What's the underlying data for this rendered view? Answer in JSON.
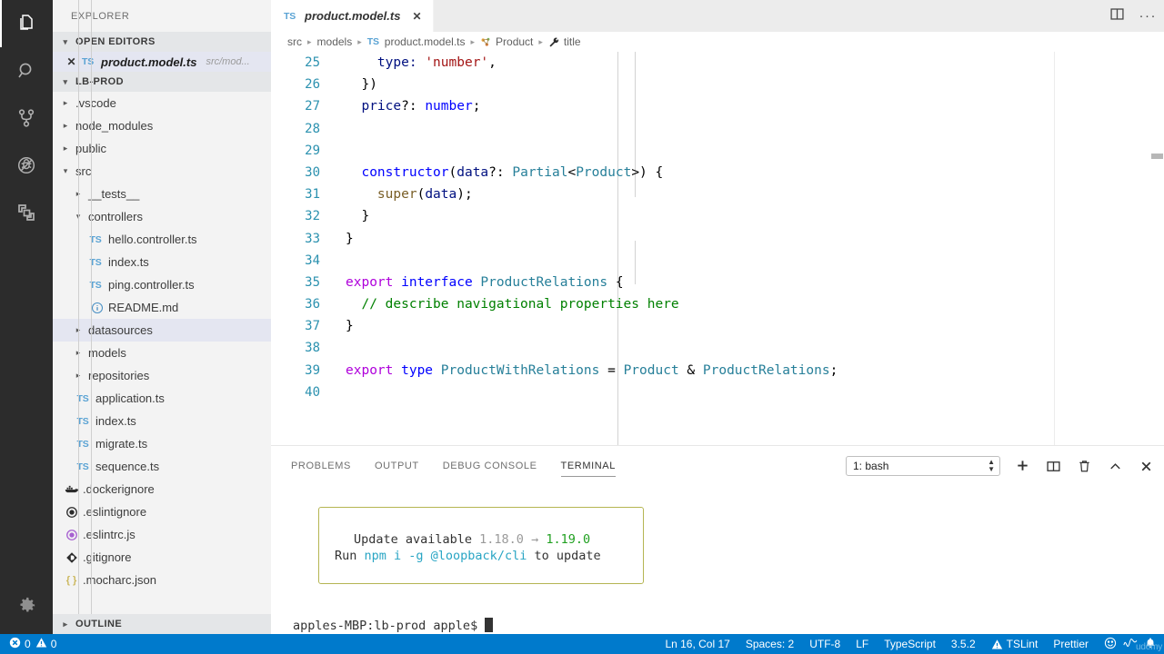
{
  "activitybar": {
    "items": [
      {
        "name": "explorer",
        "icon": "files-icon",
        "active": true
      },
      {
        "name": "search",
        "icon": "search-icon",
        "active": false
      },
      {
        "name": "source-control",
        "icon": "source-control-icon",
        "active": false
      },
      {
        "name": "debug",
        "icon": "run-and-debug-icon",
        "active": false
      },
      {
        "name": "extensions",
        "icon": "extensions-icon",
        "active": false
      }
    ],
    "settings_icon": "gear-icon"
  },
  "sidebar": {
    "title": "EXPLORER",
    "open_editors": {
      "label": "OPEN EDITORS",
      "items": [
        {
          "name": "product.model.ts",
          "path": "src/mod...",
          "badge": "TS",
          "close": "✕"
        }
      ]
    },
    "workspace": {
      "label": "LB-PROD",
      "tree": [
        {
          "label": ".vscode",
          "type": "folder",
          "state": "closed",
          "depth": 1
        },
        {
          "label": "node_modules",
          "type": "folder",
          "state": "closed",
          "depth": 1
        },
        {
          "label": "public",
          "type": "folder",
          "state": "closed",
          "depth": 1
        },
        {
          "label": "src",
          "type": "folder",
          "state": "open",
          "depth": 1
        },
        {
          "label": "__tests__",
          "type": "folder",
          "state": "closed",
          "depth": 2
        },
        {
          "label": "controllers",
          "type": "folder",
          "state": "open",
          "depth": 2
        },
        {
          "label": "hello.controller.ts",
          "type": "ts",
          "depth": 3
        },
        {
          "label": "index.ts",
          "type": "ts",
          "depth": 3
        },
        {
          "label": "ping.controller.ts",
          "type": "ts",
          "depth": 3
        },
        {
          "label": "README.md",
          "type": "md",
          "depth": 3
        },
        {
          "label": "datasources",
          "type": "folder",
          "state": "closed",
          "depth": 2,
          "hovered": true
        },
        {
          "label": "models",
          "type": "folder",
          "state": "closed",
          "depth": 2
        },
        {
          "label": "repositories",
          "type": "folder",
          "state": "closed",
          "depth": 2
        },
        {
          "label": "application.ts",
          "type": "ts",
          "depth": 2
        },
        {
          "label": "index.ts",
          "type": "ts",
          "depth": 2
        },
        {
          "label": "migrate.ts",
          "type": "ts",
          "depth": 2
        },
        {
          "label": "sequence.ts",
          "type": "ts",
          "depth": 2
        },
        {
          "label": ".dockerignore",
          "type": "docker",
          "depth": 1
        },
        {
          "label": ".eslintignore",
          "type": "eslintignore",
          "depth": 1
        },
        {
          "label": ".eslintrc.js",
          "type": "eslintrc",
          "depth": 1
        },
        {
          "label": ".gitignore",
          "type": "git",
          "depth": 1
        },
        {
          "label": ".mocharc.json",
          "type": "json",
          "depth": 1
        }
      ]
    },
    "outline": {
      "label": "OUTLINE"
    }
  },
  "editor": {
    "tab": {
      "badge": "TS",
      "title": "product.model.ts",
      "close": "✕"
    },
    "actions": [
      {
        "name": "split-editor",
        "icon": "split-editor-icon"
      },
      {
        "name": "more-actions",
        "icon": "ellipsis-icon",
        "glyph": "···"
      }
    ],
    "breadcrumbs": [
      {
        "label": "src",
        "icon": null
      },
      {
        "label": "models",
        "icon": null
      },
      {
        "label": "product.model.ts",
        "icon": "ts-file-icon"
      },
      {
        "label": "Product",
        "icon": "class-symbol-icon"
      },
      {
        "label": "title",
        "icon": "property-symbol-icon"
      }
    ],
    "first_line_number": 25,
    "lines": [
      {
        "n": 25,
        "tokens": [
          {
            "t": "    type: ",
            "c": "k-var"
          },
          {
            "t": "'number'",
            "c": "k-str"
          },
          {
            "t": ",",
            "c": "k-plain"
          }
        ]
      },
      {
        "n": 26,
        "tokens": [
          {
            "t": "  })",
            "c": "k-plain"
          }
        ]
      },
      {
        "n": 27,
        "tokens": [
          {
            "t": "  price",
            "c": "k-var"
          },
          {
            "t": "?: ",
            "c": "k-plain"
          },
          {
            "t": "number",
            "c": "k-blue"
          },
          {
            "t": ";",
            "c": "k-plain"
          }
        ]
      },
      {
        "n": 28,
        "tokens": []
      },
      {
        "n": 29,
        "tokens": []
      },
      {
        "n": 30,
        "tokens": [
          {
            "t": "  ",
            "c": "k-plain"
          },
          {
            "t": "constructor",
            "c": "k-blue"
          },
          {
            "t": "(",
            "c": "k-plain"
          },
          {
            "t": "data",
            "c": "k-var"
          },
          {
            "t": "?: ",
            "c": "k-plain"
          },
          {
            "t": "Partial",
            "c": "k-type"
          },
          {
            "t": "<",
            "c": "k-plain"
          },
          {
            "t": "Product",
            "c": "k-type"
          },
          {
            "t": ">) {",
            "c": "k-plain"
          }
        ]
      },
      {
        "n": 31,
        "tokens": [
          {
            "t": "    ",
            "c": "k-plain"
          },
          {
            "t": "super",
            "c": "k-fn"
          },
          {
            "t": "(",
            "c": "k-plain"
          },
          {
            "t": "data",
            "c": "k-var"
          },
          {
            "t": ");",
            "c": "k-plain"
          }
        ]
      },
      {
        "n": 32,
        "tokens": [
          {
            "t": "  }",
            "c": "k-plain"
          }
        ]
      },
      {
        "n": 33,
        "tokens": [
          {
            "t": "}",
            "c": "k-plain"
          }
        ]
      },
      {
        "n": 34,
        "tokens": []
      },
      {
        "n": 35,
        "tokens": [
          {
            "t": "export ",
            "c": "k-ctrl"
          },
          {
            "t": "interface ",
            "c": "k-blue"
          },
          {
            "t": "ProductRelations",
            "c": "k-type"
          },
          {
            "t": " {",
            "c": "k-plain"
          }
        ]
      },
      {
        "n": 36,
        "tokens": [
          {
            "t": "  // describe navigational properties here",
            "c": "k-cmt"
          }
        ]
      },
      {
        "n": 37,
        "tokens": [
          {
            "t": "}",
            "c": "k-plain"
          }
        ]
      },
      {
        "n": 38,
        "tokens": []
      },
      {
        "n": 39,
        "tokens": [
          {
            "t": "export ",
            "c": "k-ctrl"
          },
          {
            "t": "type ",
            "c": "k-blue"
          },
          {
            "t": "ProductWithRelations",
            "c": "k-type"
          },
          {
            "t": " = ",
            "c": "k-plain"
          },
          {
            "t": "Product",
            "c": "k-type"
          },
          {
            "t": " & ",
            "c": "k-plain"
          },
          {
            "t": "ProductRelations",
            "c": "k-type"
          },
          {
            "t": ";",
            "c": "k-plain"
          }
        ]
      },
      {
        "n": 40,
        "tokens": []
      }
    ]
  },
  "panel": {
    "tabs": [
      {
        "label": "PROBLEMS",
        "active": false
      },
      {
        "label": "OUTPUT",
        "active": false
      },
      {
        "label": "DEBUG CONSOLE",
        "active": false
      },
      {
        "label": "TERMINAL",
        "active": true
      }
    ],
    "terminal_select": {
      "value": "1: bash",
      "options": [
        "1: bash"
      ]
    },
    "actions": [
      {
        "name": "new-terminal",
        "icon": "plus-icon",
        "glyph": "＋"
      },
      {
        "name": "split-terminal",
        "icon": "split-icon"
      },
      {
        "name": "kill-terminal",
        "icon": "trash-icon"
      },
      {
        "name": "maximize-panel",
        "icon": "chevron-up-icon",
        "glyph": "⌃"
      },
      {
        "name": "close-panel",
        "icon": "close-icon",
        "glyph": "✕"
      }
    ],
    "terminal": {
      "update_box": {
        "line1_prefix": "Update available ",
        "old_version": "1.18.0",
        "arrow": " → ",
        "new_version": "1.19.0",
        "line2_prefix": "Run ",
        "command": "npm i -g @loopback/cli",
        "line2_suffix": " to update"
      },
      "prompt": "apples-MBP:lb-prod apple$ "
    }
  },
  "statusbar": {
    "left": [
      {
        "name": "errors",
        "icon": "error-icon",
        "value": "0"
      },
      {
        "name": "warnings",
        "icon": "warning-icon",
        "value": "0"
      }
    ],
    "right": [
      {
        "name": "cursor-position",
        "label": "Ln 16, Col 17"
      },
      {
        "name": "indentation",
        "label": "Spaces: 2"
      },
      {
        "name": "encoding",
        "label": "UTF-8"
      },
      {
        "name": "eol",
        "label": "LF"
      },
      {
        "name": "language-mode",
        "label": "TypeScript"
      },
      {
        "name": "typescript-version",
        "label": "3.5.2"
      },
      {
        "name": "tslint",
        "label": "TSLint",
        "icon": "warning-icon"
      },
      {
        "name": "prettier",
        "label": "Prettier"
      }
    ],
    "icons": [
      {
        "name": "feedback-smiley-icon"
      },
      {
        "name": "activity-squiggle-icon"
      },
      {
        "name": "notifications-bell-icon"
      }
    ],
    "watermark": "udemy",
    "accent_color": "#007acc"
  }
}
